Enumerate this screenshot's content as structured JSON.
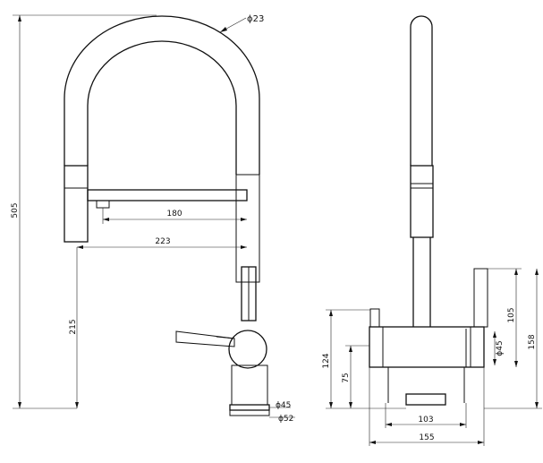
{
  "drawing": {
    "front_view": {
      "dim_hose_diameter": "ϕ23",
      "dim_total_height": "505",
      "dim_spout_reach": "180",
      "dim_overall_reach": "223",
      "dim_base_height": "215",
      "dim_base_diameter_inner": "ϕ45",
      "dim_base_diameter_outer": "ϕ52"
    },
    "side_view": {
      "dim_body_height": "105",
      "dim_total_body_height": "158",
      "dim_left_height": "124",
      "dim_left_inner_height": "75",
      "dim_handle_diameter": "ϕ45",
      "dim_base_width": "103",
      "dim_overall_width": "155"
    }
  }
}
